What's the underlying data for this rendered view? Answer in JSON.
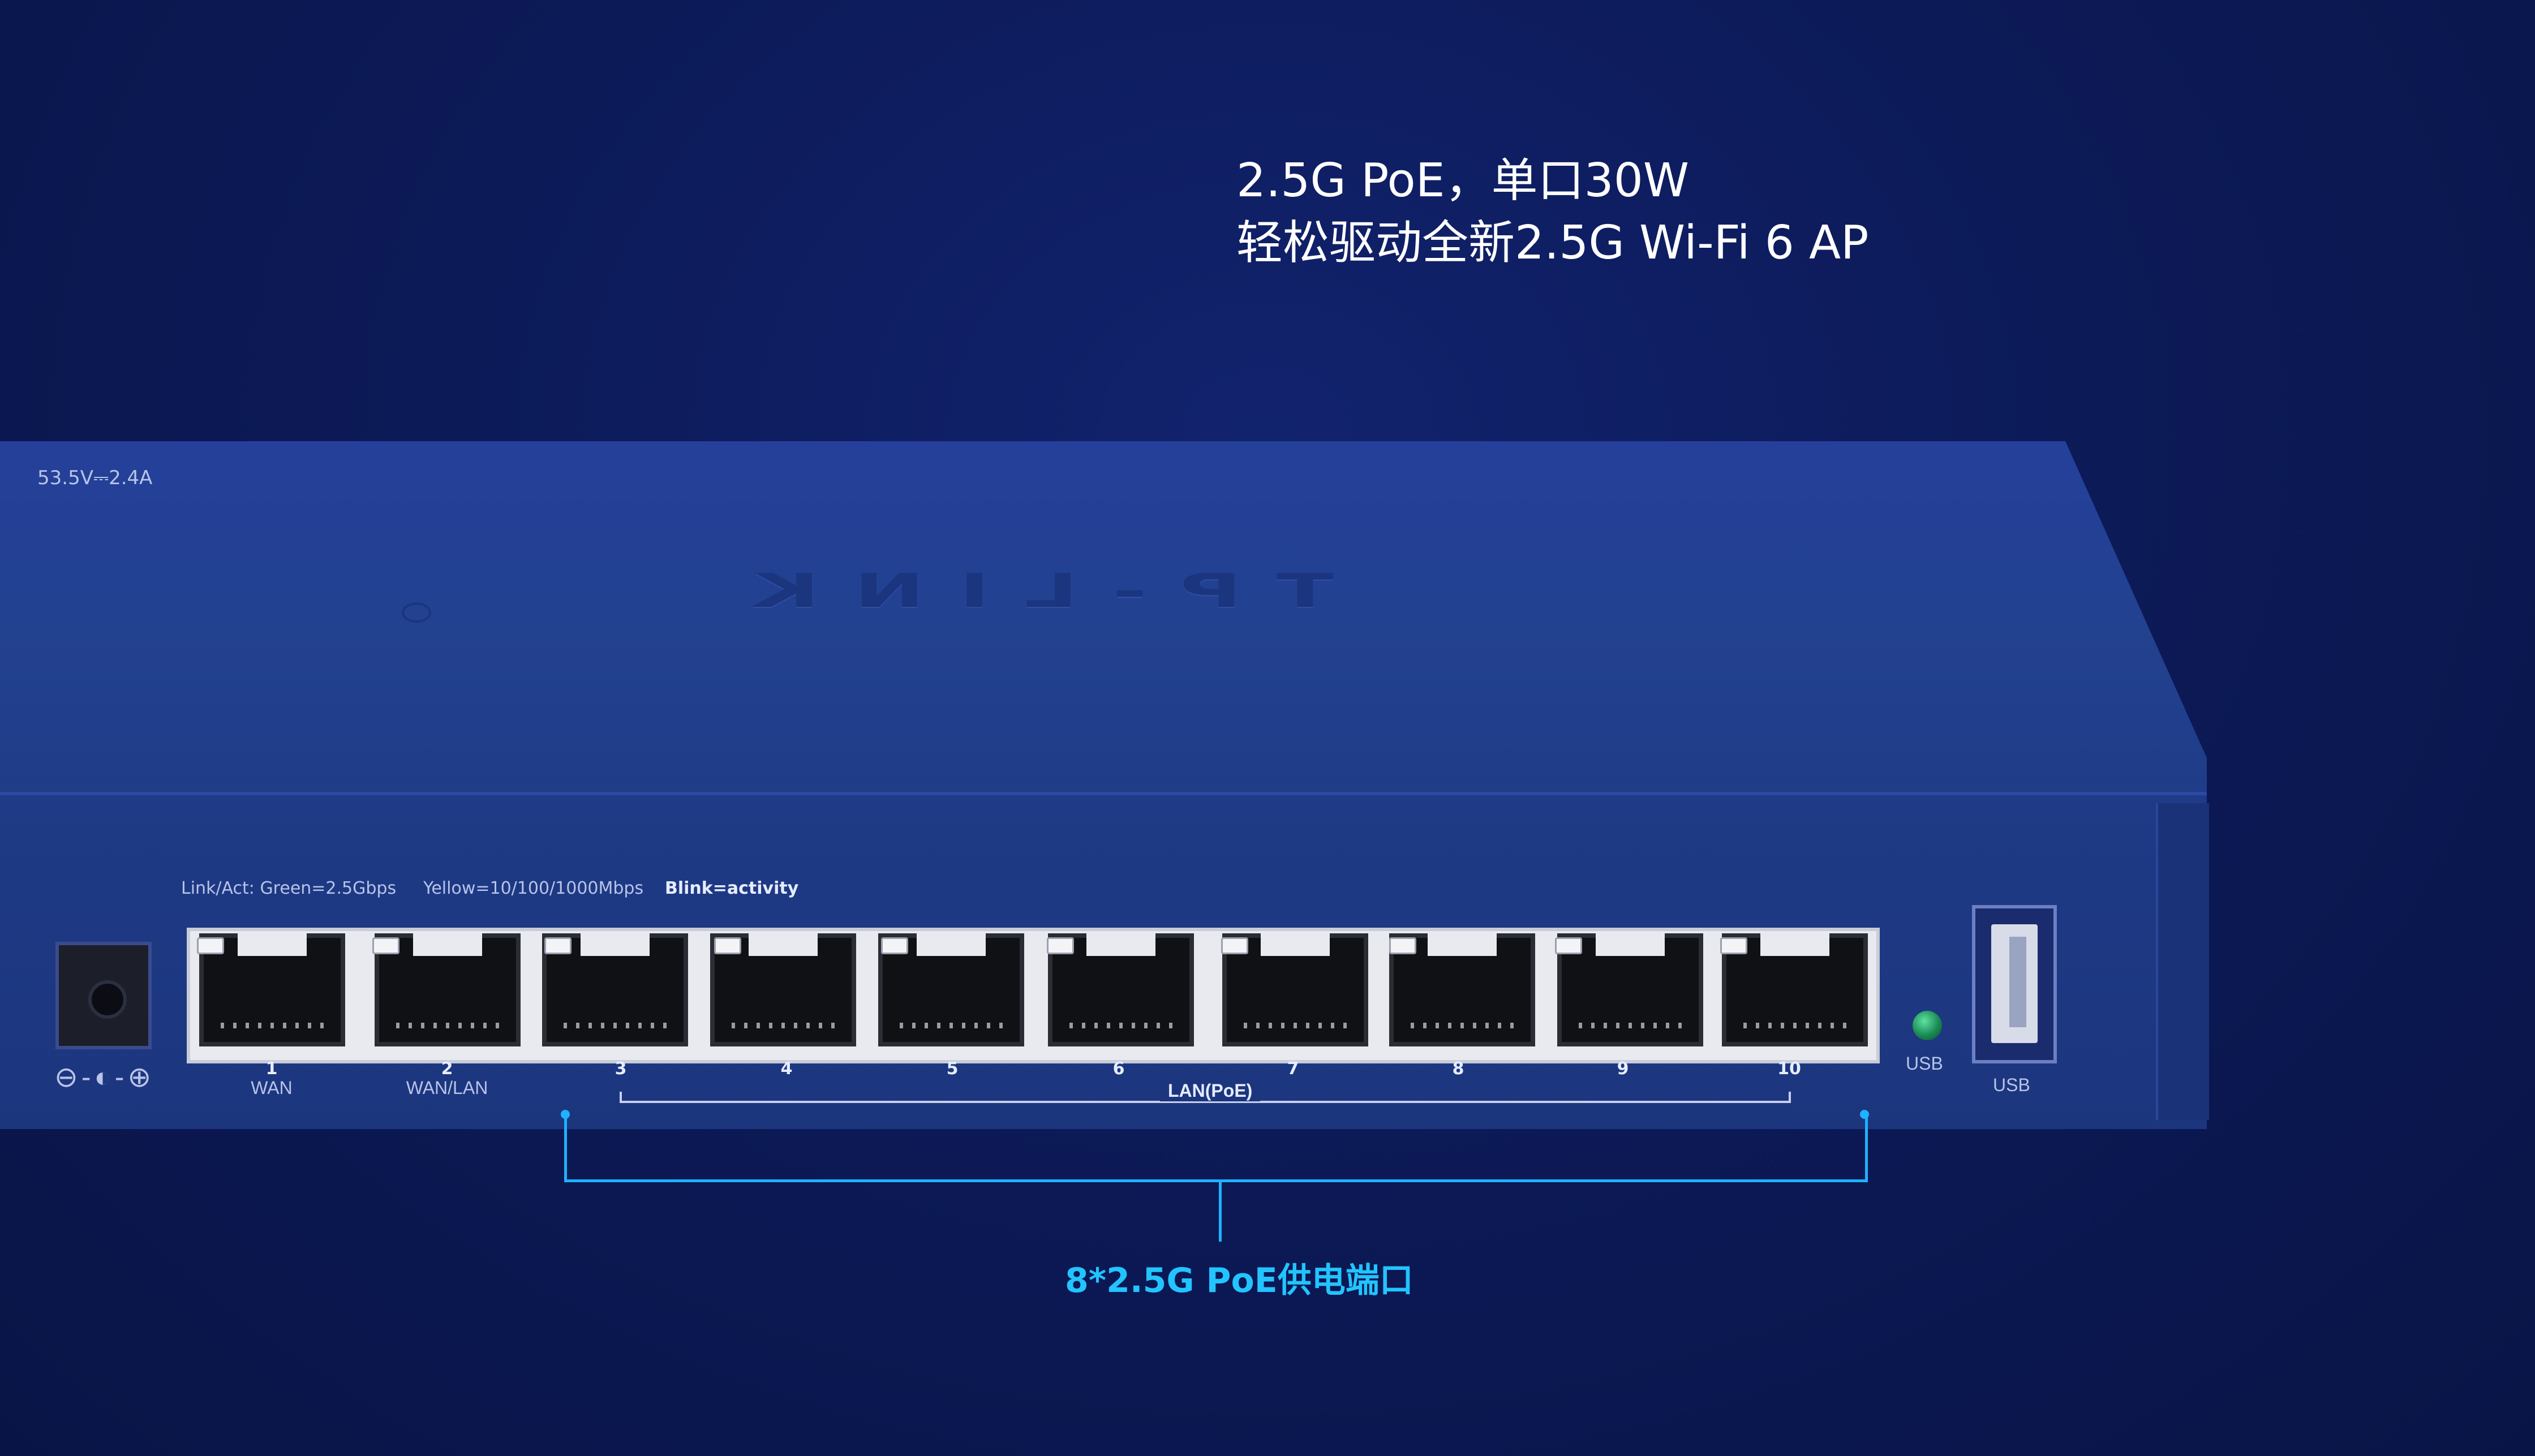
{
  "headline": {
    "line1": "2.5G PoE，单口30W",
    "line2": "轻松驱动全新2.5G Wi-Fi 6 AP"
  },
  "device": {
    "brand_logo": "TP-LINK",
    "power_rating": "53.5V⎓2.4A",
    "polarity_symbol": "⊖-◐-⊕",
    "led_legend": {
      "link_act": "Link/Act:  Green=2.5Gbps",
      "yellow": "Yellow=10/100/1000Mbps",
      "blink": "Blink=activity"
    },
    "ports": [
      {
        "number": "1",
        "name": "WAN"
      },
      {
        "number": "2",
        "name": "WAN/LAN"
      },
      {
        "number": "3",
        "name": ""
      },
      {
        "number": "4",
        "name": ""
      },
      {
        "number": "5",
        "name": ""
      },
      {
        "number": "6",
        "name": ""
      },
      {
        "number": "7",
        "name": ""
      },
      {
        "number": "8",
        "name": ""
      },
      {
        "number": "9",
        "name": ""
      },
      {
        "number": "10",
        "name": ""
      }
    ],
    "lan_group_label": "LAN(PoE)",
    "usb_led_label": "USB",
    "usb_port_label": "USB"
  },
  "callout": {
    "text": "8*2.5G PoE供电端口",
    "color": "#22c4ff"
  },
  "colors": {
    "background": "#0c1a58",
    "device_body": "#22418f",
    "accent": "#1eb2ff"
  }
}
